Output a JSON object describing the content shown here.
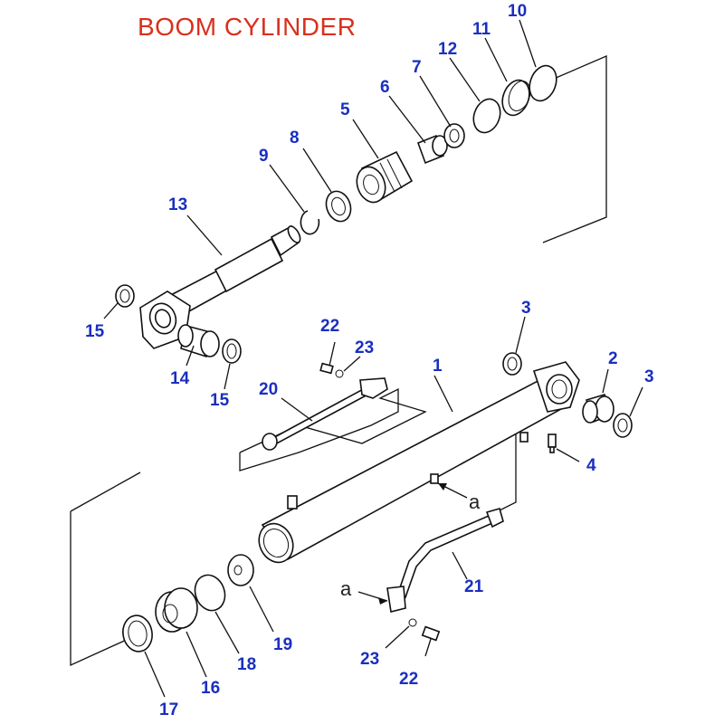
{
  "title": "BOOM CYLINDER",
  "colors": {
    "title": "#d9301c",
    "callout": "#1a2fc0",
    "line": "#111111"
  },
  "callouts": {
    "n1": "1",
    "n2": "2",
    "n3a": "3",
    "n3b": "3",
    "n4": "4",
    "n5": "5",
    "n6": "6",
    "n7": "7",
    "n8": "8",
    "n9": "9",
    "n10": "10",
    "n11": "11",
    "n12": "12",
    "n13": "13",
    "n14": "14",
    "n15a": "15",
    "n15b": "15",
    "n16": "16",
    "n17": "17",
    "n18": "18",
    "n19": "19",
    "n20": "20",
    "n21": "21",
    "n22a": "22",
    "n22b": "22",
    "n23a": "23",
    "n23b": "23"
  },
  "refs": {
    "a1": "a",
    "a2": "a"
  }
}
